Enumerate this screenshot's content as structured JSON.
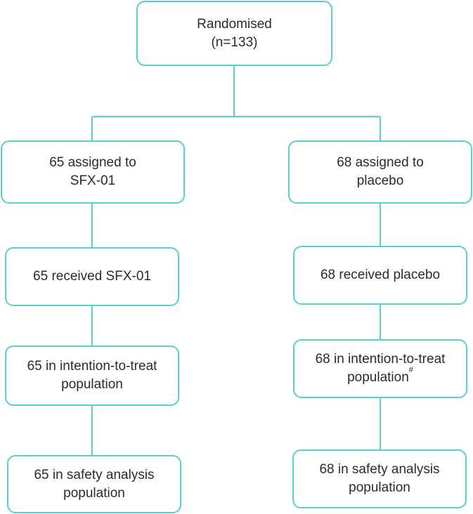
{
  "colors": {
    "border": "#5ccfcf",
    "text": "#2b2b2b"
  },
  "top": {
    "line1": "Randomised",
    "line2": "(n=133)"
  },
  "left": {
    "assigned_line1": "65 assigned to",
    "assigned_line2": "SFX-01",
    "received": "65 received SFX-01",
    "itt_line1": "65 in intention-to-treat",
    "itt_line2": "population",
    "safety_line1": "65 in safety analysis",
    "safety_line2": "population"
  },
  "right": {
    "assigned_line1": "68 assigned to",
    "assigned_line2": "placebo",
    "received": "68 received placebo",
    "itt_line1": "68 in intention-to-treat",
    "itt_line2": "population",
    "itt_footnote_mark": "#",
    "safety_line1": "68 in safety analysis",
    "safety_line2": "population"
  }
}
